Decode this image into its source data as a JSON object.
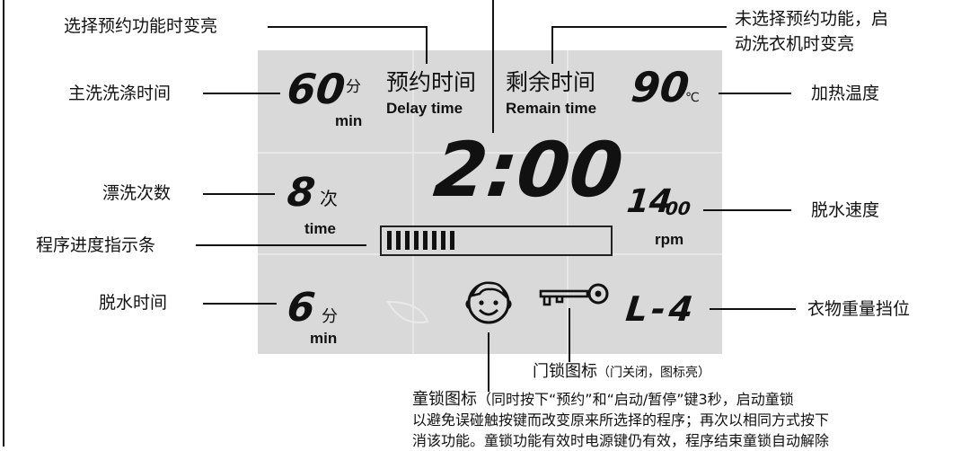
{
  "callouts": {
    "delay_lit": "选择预约功能时变亮",
    "remain_lit_1": "未选择预约功能，启",
    "remain_lit_2": "动洗衣机时变亮",
    "wash_time": "主洗洗涤时间",
    "heat_temp": "加热温度",
    "rinse_count": "漂洗次数",
    "spin_speed": "脱水速度",
    "progress_bar": "程序进度指示条",
    "spin_time": "脱水时间",
    "load_level": "衣物重量挡位"
  },
  "display": {
    "wash_minutes": "60",
    "unit_min_cn": "分",
    "unit_min_en": "min",
    "delay_cn": "预约时间",
    "delay_en": "Delay time",
    "remain_cn": "剩余时间",
    "remain_en": "Remain time",
    "temp_value": "90",
    "temp_unit": "℃",
    "clock": "2:00",
    "rinse_value": "8",
    "rinse_unit_cn": "次",
    "rinse_unit_en": "time",
    "spin_speed_main": "14",
    "spin_speed_small": "00",
    "spin_speed_unit": "rpm",
    "spin_minutes": "6",
    "load_code": "L-4",
    "progress_fraction": 0.27,
    "progress_segments_lit": 8
  },
  "notes": {
    "door_lock_title": "门锁图标",
    "door_lock_detail": "（门关闭，图标亮）",
    "child_lock_title": "童锁图标",
    "child_lock_line1": "（同时按下“预约”和“启动/暂停”键3秒，启动童锁",
    "child_lock_line2": "以避免误碰触按键而改变原来所选择的程序；再次以相同方式按下",
    "child_lock_line3": "消该功能。童锁功能有效时电源键仍有效，程序结束童锁自动解除"
  },
  "icons": {
    "child_lock": "child-face-icon",
    "door_lock": "key-icon"
  },
  "colors": {
    "panel": "#d9d9d9",
    "ink": "#111111"
  }
}
